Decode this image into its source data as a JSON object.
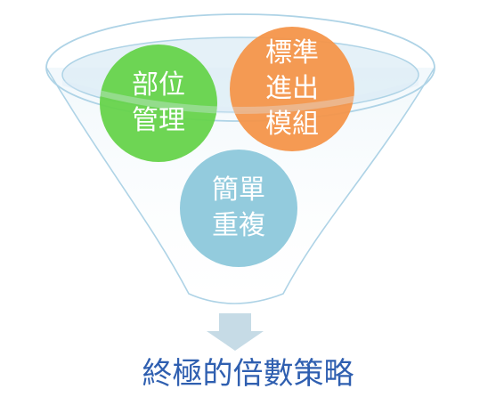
{
  "diagram": {
    "type": "funnel",
    "inputs": [
      {
        "line1": "部位",
        "line2": "管理",
        "color": "#66d34b"
      },
      {
        "line1": "標準",
        "line2": "進出",
        "line3": "模組",
        "color": "#f4954a"
      },
      {
        "line1": "簡單",
        "line2": "重複",
        "color": "#93cbdd"
      }
    ],
    "result": "終極的倍數策略",
    "colors": {
      "funnel_stroke": "#aed3e6",
      "funnel_fill": "#dcecf5",
      "arrow": "#c6dbe6",
      "result_text": "#2f5fb0"
    }
  }
}
